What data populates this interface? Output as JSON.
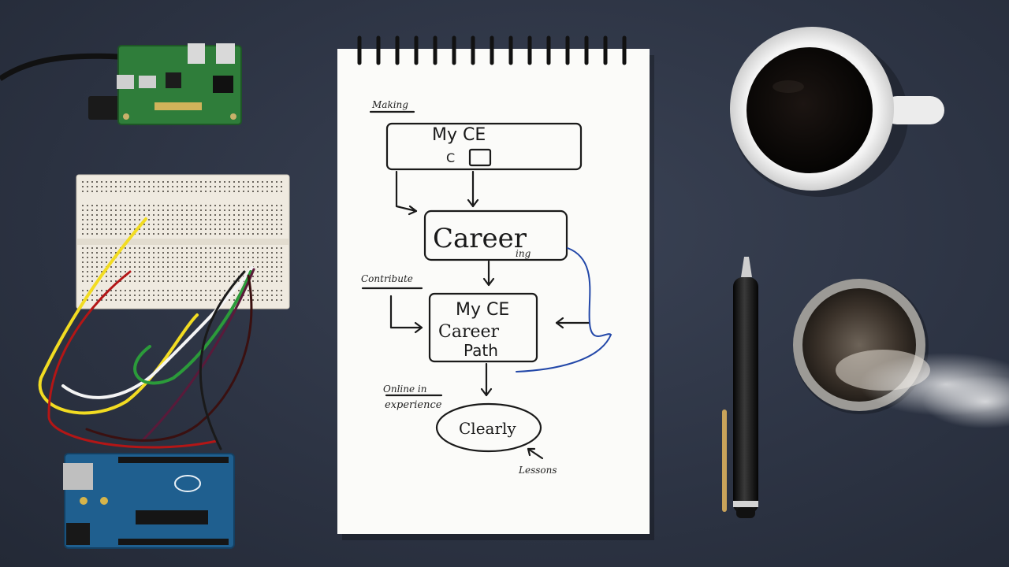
{
  "notebook": {
    "top_heading": "Making",
    "box_1_title": "My CE",
    "box_1_sub": "C",
    "box_2_title": "Career",
    "box_2_sub": "ing",
    "box_3_line_1": "My CE",
    "box_3_line_2": "Career",
    "box_3_line_3": "Path",
    "left_note": "Contribute",
    "lower_left_note_1": "Online in",
    "lower_left_note_2": "experience",
    "box_4_title": "Clearly",
    "bottom_note": "Lessons"
  },
  "colors": {
    "desk": "#2c3341",
    "paper": "#fbfbf9",
    "ink": "#1a1a1a",
    "blue_ink": "#2247a8",
    "coffee": "#0e0b09",
    "pcb_green": "#2f7d3a",
    "arduino_blue": "#1f5f8f"
  }
}
